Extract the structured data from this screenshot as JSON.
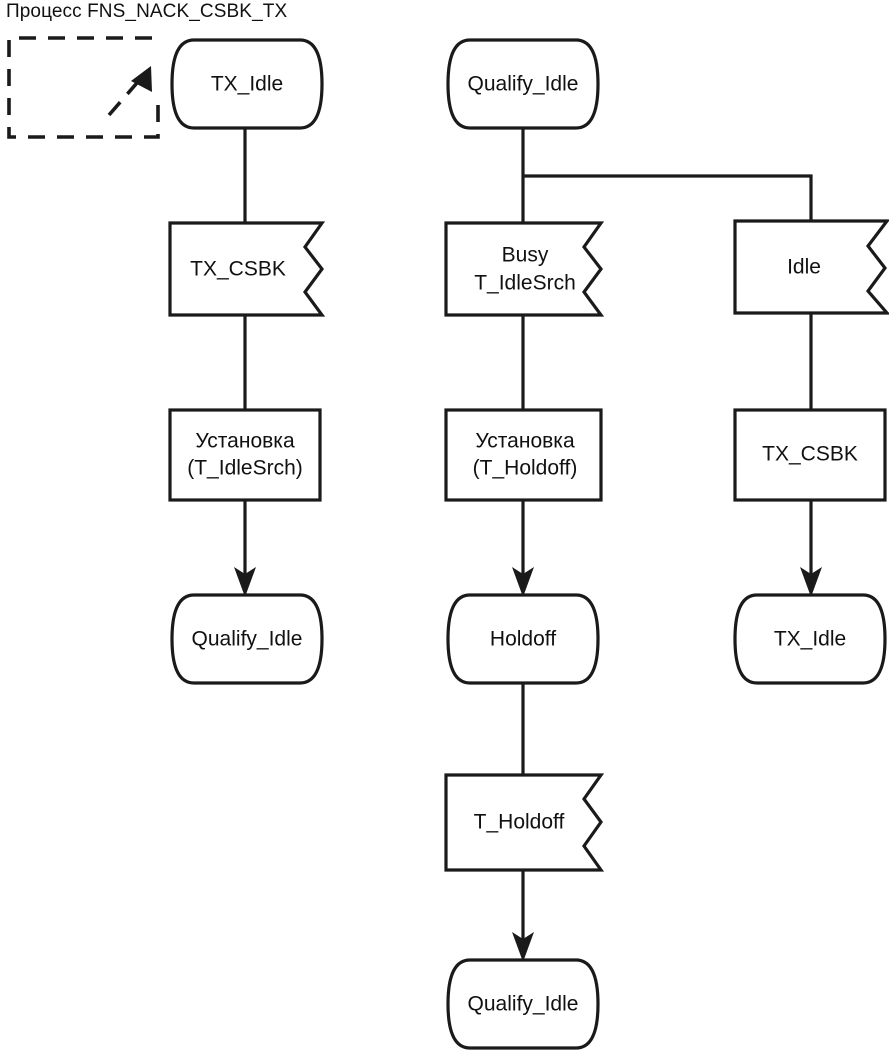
{
  "title": "Процесс FNS_NACK_CSBK_TX",
  "diagram": {
    "type": "sdl-process-flowchart",
    "columns": [
      {
        "name": "tx-idle-branch",
        "nodes": [
          {
            "id": "c1-state-start",
            "kind": "state",
            "lines": [
              "TX_Idle"
            ]
          },
          {
            "id": "c1-output",
            "kind": "output",
            "lines": [
              "TX_CSBK"
            ]
          },
          {
            "id": "c1-task",
            "kind": "task",
            "lines": [
              "Установка",
              "(T_IdleSrch)"
            ]
          },
          {
            "id": "c1-state-end",
            "kind": "state",
            "lines": [
              "Qualify_Idle"
            ]
          }
        ]
      },
      {
        "name": "qualify-idle-busy-branch",
        "nodes": [
          {
            "id": "c2-state-start",
            "kind": "state",
            "lines": [
              "Qualify_Idle"
            ]
          },
          {
            "id": "c2-output-busy",
            "kind": "output",
            "lines": [
              "Busy",
              "T_IdleSrch"
            ]
          },
          {
            "id": "c2-task",
            "kind": "task",
            "lines": [
              "Установка",
              "(T_Holdoff)"
            ]
          },
          {
            "id": "c2-state-holdoff",
            "kind": "state",
            "lines": [
              "Holdoff"
            ]
          },
          {
            "id": "c2-output-tho",
            "kind": "output",
            "lines": [
              "T_Holdoff"
            ]
          },
          {
            "id": "c2-state-end",
            "kind": "state",
            "lines": [
              "Qualify_Idle"
            ]
          }
        ]
      },
      {
        "name": "qualify-idle-idle-branch",
        "nodes": [
          {
            "id": "c3-output",
            "kind": "output",
            "lines": [
              "Idle"
            ]
          },
          {
            "id": "c3-task",
            "kind": "task",
            "lines": [
              "TX_CSBK"
            ]
          },
          {
            "id": "c3-state-end",
            "kind": "state",
            "lines": [
              "TX_Idle"
            ]
          }
        ]
      }
    ],
    "annotations": [
      {
        "id": "dashed-note",
        "kind": "dashed-comment-box",
        "label": ""
      }
    ],
    "colors": {
      "stroke": "#1a1a1a",
      "fill": "#ffffff",
      "text": "#111111",
      "background": "#ffffff"
    }
  },
  "labels": {
    "c1_state_start": "TX_Idle",
    "c1_output": "TX_CSBK",
    "c1_task_l1": "Установка",
    "c1_task_l2": "(T_IdleSrch)",
    "c1_state_end": "Qualify_Idle",
    "c2_state_start": "Qualify_Idle",
    "c2_output_l1": "Busy",
    "c2_output_l2": "T_IdleSrch",
    "c2_task_l1": "Установка",
    "c2_task_l2": "(T_Holdoff)",
    "c2_state_holdoff": "Holdoff",
    "c2_output_tho": "T_Holdoff",
    "c2_state_end": "Qualify_Idle",
    "c3_output": "Idle",
    "c3_task": "TX_CSBK",
    "c3_state_end": "TX_Idle"
  }
}
